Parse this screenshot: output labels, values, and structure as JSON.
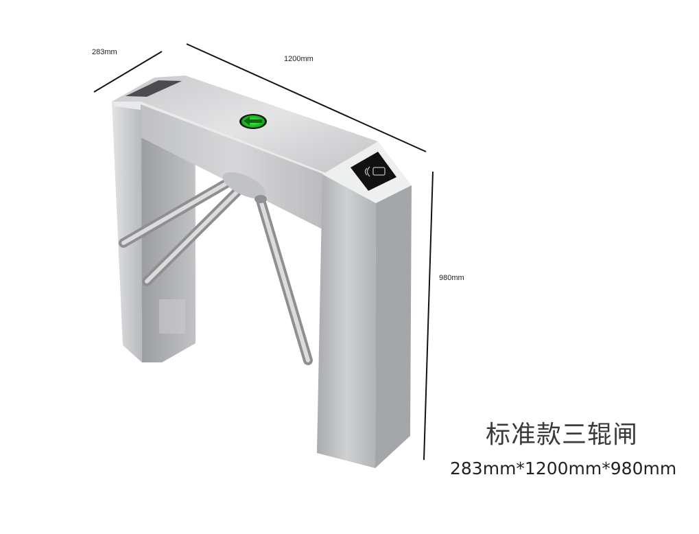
{
  "dimensions": {
    "width_label": "283mm",
    "length_label": "1200mm",
    "height_label": "980mm"
  },
  "caption": {
    "title": "标准款三辊闸",
    "spec": "283mm*1200mm*980mm"
  },
  "icons": {
    "direction_indicator": "green-arrow-left-icon",
    "card_reader": "rfid-card-reader-icon"
  },
  "colors": {
    "steel_light": "#d9dadc",
    "steel_mid": "#b5b7ba",
    "steel_dark": "#8d8f93",
    "indicator_green": "#22c22e",
    "reader_black": "#111111"
  }
}
